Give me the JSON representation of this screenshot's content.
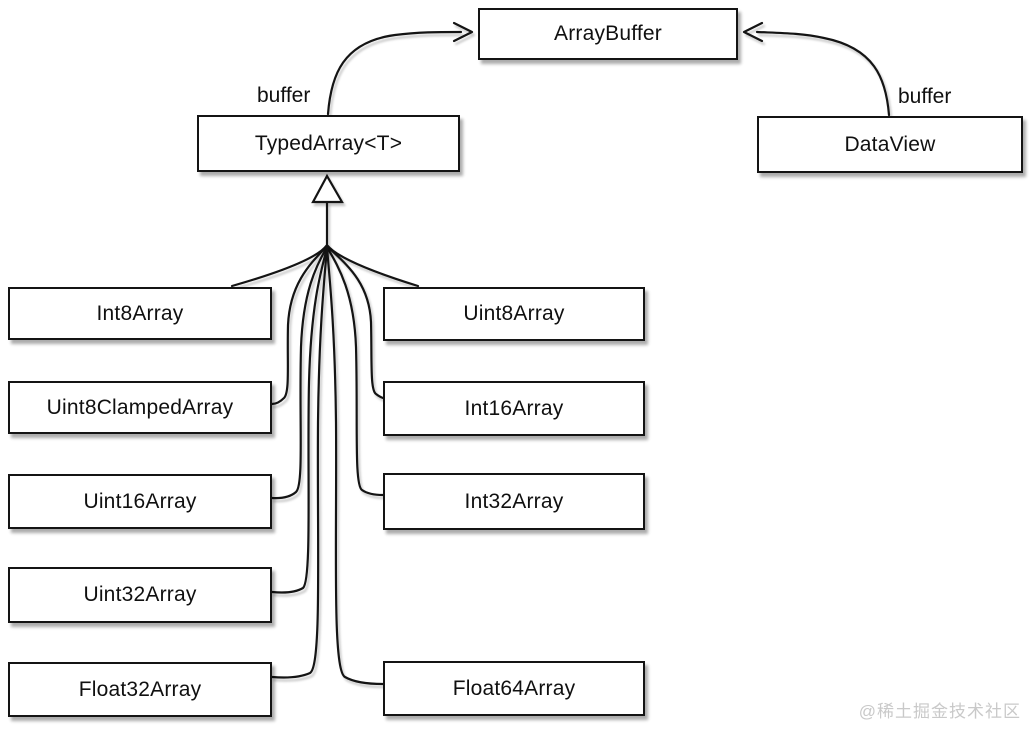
{
  "diagram": {
    "nodes": {
      "arraybuffer": {
        "label": "ArrayBuffer"
      },
      "typedarray": {
        "label": "TypedArray<T>"
      },
      "dataview": {
        "label": "DataView"
      },
      "int8": {
        "label": "Int8Array"
      },
      "uint8": {
        "label": "Uint8Array"
      },
      "uint8clamped": {
        "label": "Uint8ClampedArray"
      },
      "int16": {
        "label": "Int16Array"
      },
      "uint16": {
        "label": "Uint16Array"
      },
      "int32": {
        "label": "Int32Array"
      },
      "uint32": {
        "label": "Uint32Array"
      },
      "float32": {
        "label": "Float32Array"
      },
      "float64": {
        "label": "Float64Array"
      }
    },
    "edge_labels": {
      "typedarray_buffer": "buffer",
      "dataview_buffer": "buffer"
    },
    "relations": {
      "typedarray_to_arraybuffer": "buffer reference arrow",
      "dataview_to_arraybuffer": "buffer reference arrow",
      "subclasses_to_typedarray": "inheritance (hollow triangle) fan"
    },
    "watermark": "@稀土掘金技术社区",
    "colors": {
      "stroke": "#141414",
      "background": "#ffffff",
      "watermark": "#c9c9c9"
    }
  }
}
